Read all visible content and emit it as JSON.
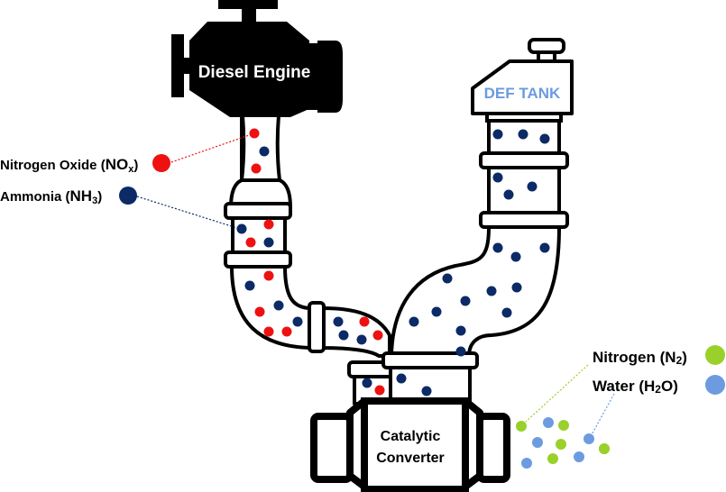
{
  "colors": {
    "nox": "#ee1111",
    "ammonia": "#0b2a66",
    "nitrogen": "#99d12a",
    "water": "#6c9be0",
    "def_label": "#6c9be0",
    "outline": "#000000"
  },
  "engine": {
    "label": "Diesel Engine"
  },
  "def_tank": {
    "label": "DEF TANK"
  },
  "converter": {
    "label_line1": "Catalytic",
    "label_line2": "Converter"
  },
  "legend_inputs": [
    {
      "name": "Nitrogen Oxide",
      "formula_main": "NO",
      "formula_sub": "x",
      "color_key": "nox"
    },
    {
      "name": "Ammonia",
      "formula_main": "NH",
      "formula_sub": "3",
      "color_key": "ammonia"
    }
  ],
  "legend_outputs": [
    {
      "name": "Nitrogen",
      "formula_main": "N",
      "formula_sub": "2",
      "formula_tail": "",
      "color_key": "nitrogen"
    },
    {
      "name": "Water",
      "formula_main": "H",
      "formula_sub": "2",
      "formula_tail": "O",
      "color_key": "water"
    }
  ],
  "particles": {
    "engine_pipe": [
      "nox",
      "ammonia",
      "nox",
      "ammonia",
      "nox",
      "nox",
      "ammonia",
      "nox",
      "ammonia",
      "nox",
      "ammonia",
      "nox",
      "ammonia",
      "nox",
      "ammonia",
      "nox",
      "ammonia",
      "ammonia",
      "nox",
      "ammonia",
      "nox"
    ],
    "def_pipe": [
      "ammonia",
      "ammonia",
      "ammonia",
      "ammonia",
      "ammonia",
      "ammonia",
      "ammonia",
      "ammonia",
      "ammonia",
      "ammonia",
      "ammonia",
      "ammonia",
      "ammonia",
      "ammonia",
      "ammonia",
      "ammonia",
      "ammonia",
      "ammonia",
      "ammonia",
      "ammonia"
    ],
    "outputs": [
      "nitrogen",
      "water",
      "nitrogen",
      "water",
      "nitrogen",
      "water",
      "nitrogen",
      "water",
      "nitrogen",
      "water",
      "nitrogen"
    ]
  }
}
